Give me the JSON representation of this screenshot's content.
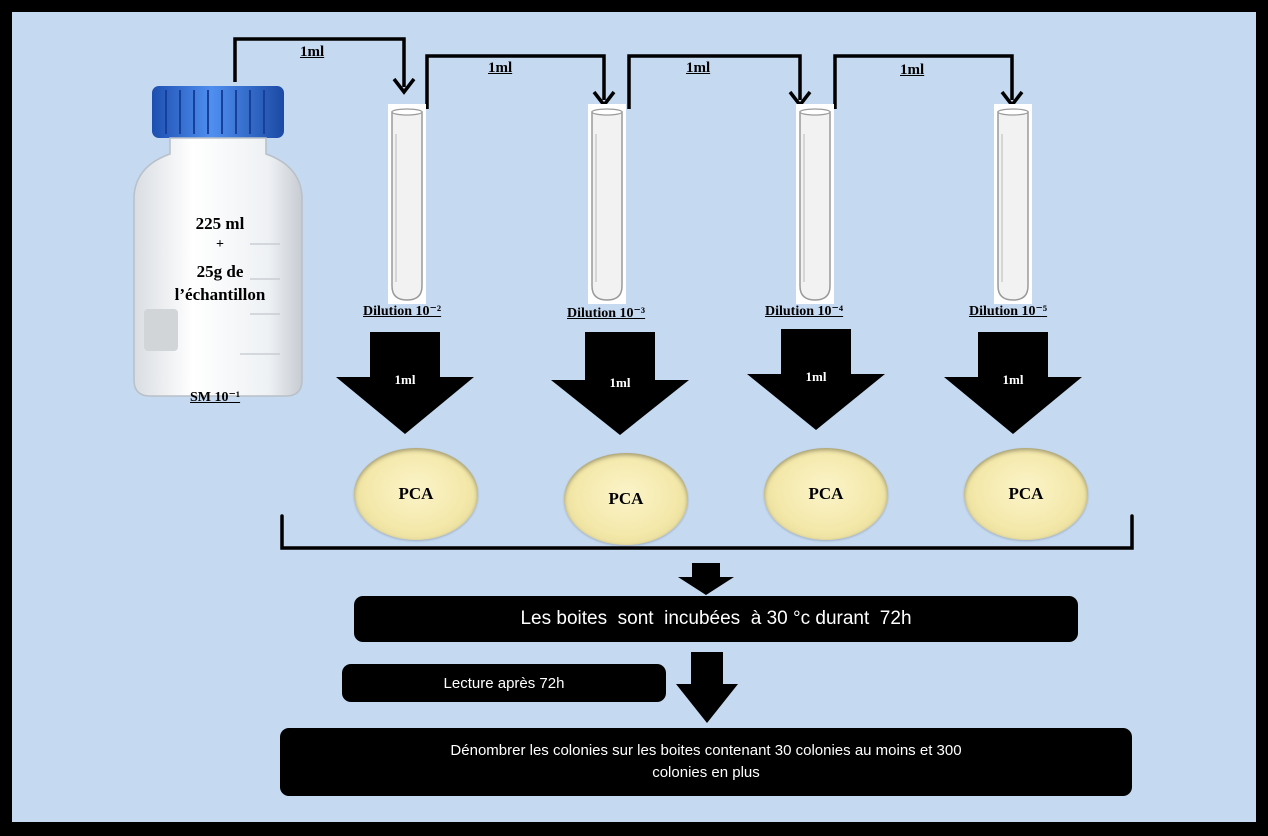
{
  "bottle": {
    "line1": "225 ml",
    "plus": "+",
    "line2": "25g de",
    "line3": "l’échantillon",
    "label": "SM 10⁻¹"
  },
  "transfers": [
    "1ml",
    "1ml",
    "1ml",
    "1ml"
  ],
  "tubes": [
    {
      "label": "Dilution 10⁻²"
    },
    {
      "label": "Dilution 10⁻³"
    },
    {
      "label": "Dilution 10⁻⁴"
    },
    {
      "label": "Dilution 10⁻⁵"
    }
  ],
  "down_arrows": [
    "1ml",
    "1ml",
    "1ml",
    "1ml"
  ],
  "plates": [
    "PCA",
    "PCA",
    "PCA",
    "PCA"
  ],
  "steps": {
    "incubation": "Les boites  sont  incubées  à 30 °c durant  72h",
    "lecture": "Lecture après 72h",
    "count_line1": "Dénombrer les colonies sur les boites contenant 30 colonies au moins et 300",
    "count_line2": "colonies en plus"
  },
  "colors": {
    "background": "#c5d9f1",
    "frame": "#000000",
    "cap": "#2f6fd6",
    "agar": "#f3e7a8"
  }
}
